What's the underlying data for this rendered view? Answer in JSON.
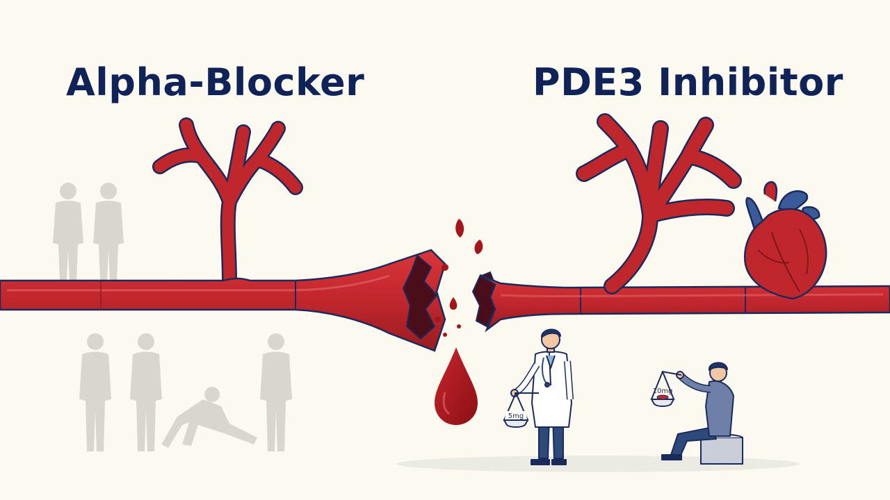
{
  "titles": {
    "left": "Alpha-Blocker",
    "right": "PDE3 Inhibitor"
  },
  "scale_labels": {
    "doctor": "5mg",
    "patient": "10mg"
  },
  "colors": {
    "background": "#fbf9f0",
    "title": "#0f2358",
    "vessel": "#c0272d",
    "vessel_dark": "#8e1a1f",
    "outline": "#1a2a5a",
    "blood": "#a3161b",
    "silhouette": "#d7d5cb"
  },
  "icons": [
    "blood-vessel-icon",
    "branching-artery-icon",
    "ruptured-vessel-icon",
    "blood-drop-icon",
    "heart-icon",
    "person-silhouette-icon",
    "collapsed-person-icon",
    "doctor-icon",
    "balance-scale-icon",
    "seated-person-icon"
  ]
}
